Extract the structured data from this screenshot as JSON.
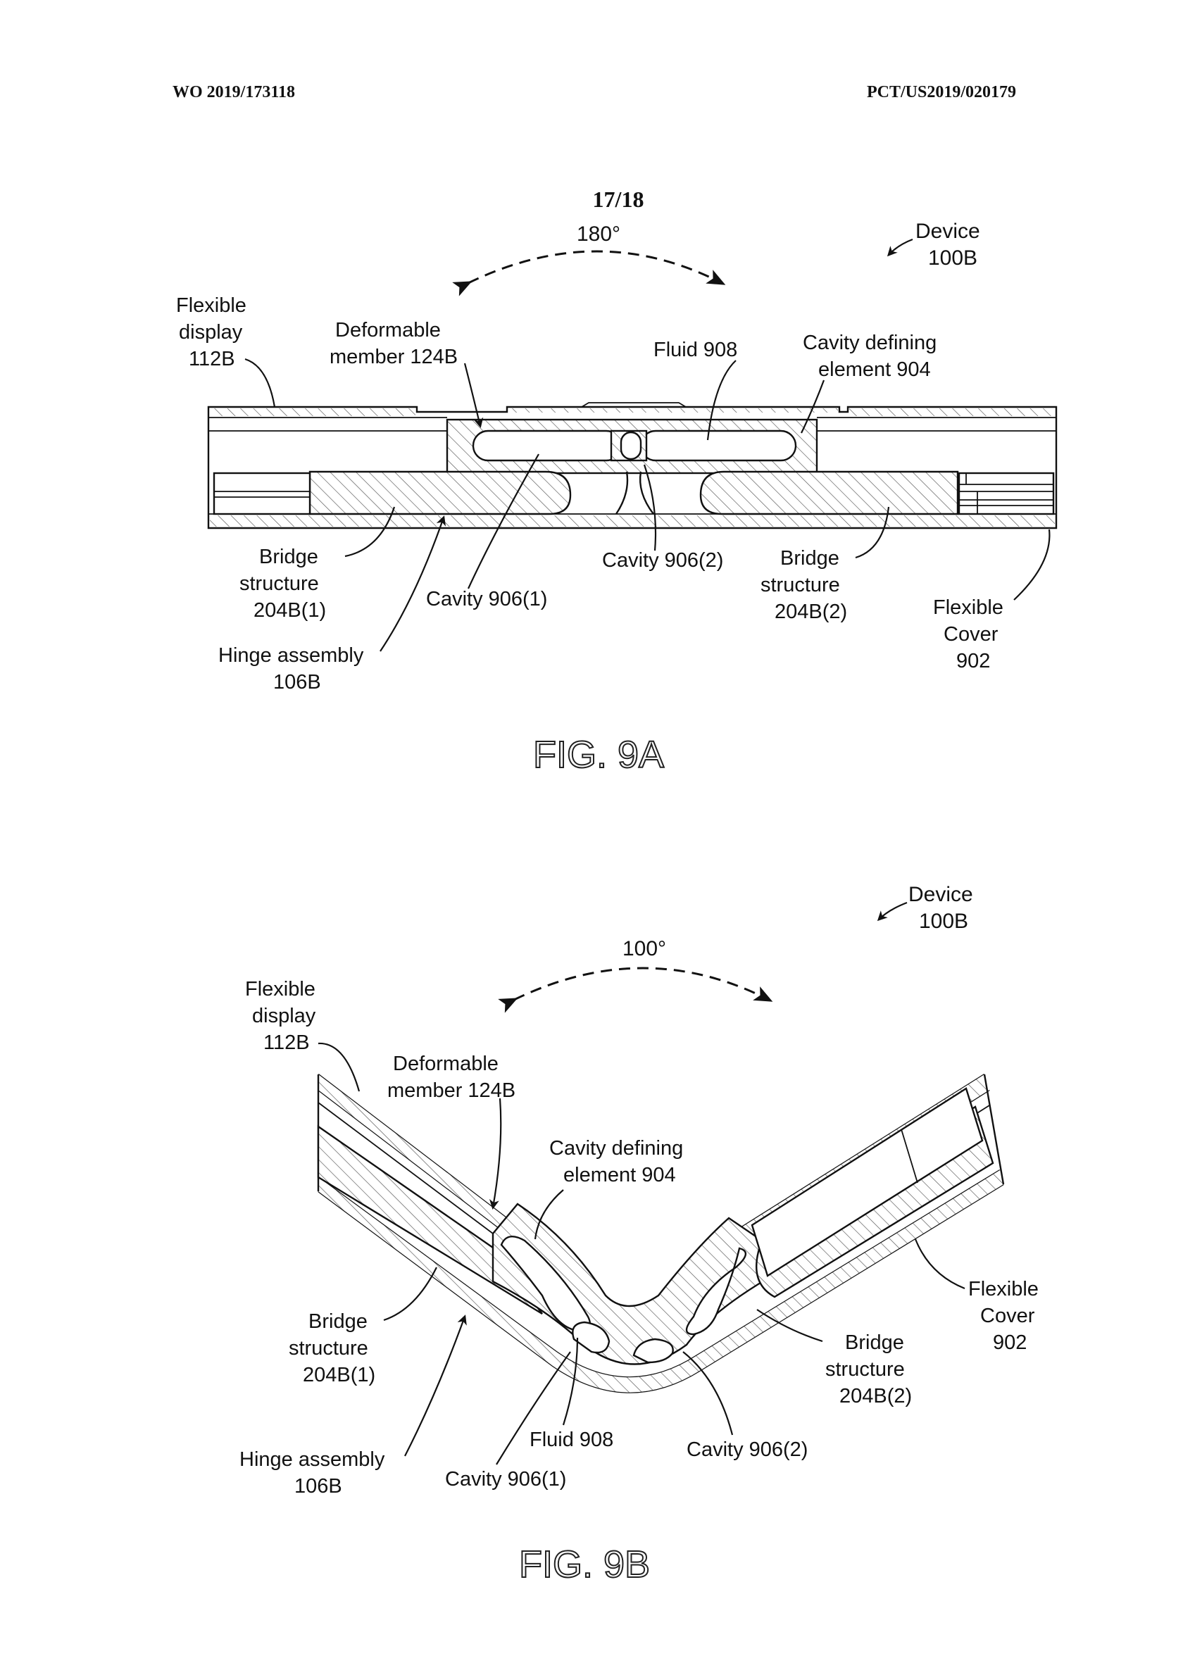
{
  "header": {
    "left": "WO 2019/173118",
    "right": "PCT/US2019/020179",
    "page": "17/18"
  },
  "fig9a": {
    "caption": "FIG. 9A",
    "angle": "180°",
    "labels": {
      "device": [
        "Device",
        "100B"
      ],
      "flexible_display": [
        "Flexible",
        "display",
        "112B"
      ],
      "deformable_member": [
        "Deformable",
        "member 124B"
      ],
      "fluid": [
        "Fluid 908"
      ],
      "cavity_defining": [
        "Cavity defining",
        "element 904"
      ],
      "bridge_1": [
        "Bridge",
        "structure",
        "204B(1)"
      ],
      "cavity_1": [
        "Cavity 906(1)"
      ],
      "cavity_2": [
        "Cavity 906(2)"
      ],
      "bridge_2": [
        "Bridge",
        "structure",
        "204B(2)"
      ],
      "flexible_cover": [
        "Flexible",
        "Cover",
        "902"
      ],
      "hinge": [
        "Hinge assembly",
        "106B"
      ]
    }
  },
  "fig9b": {
    "caption": "FIG. 9B",
    "angle": "100°",
    "labels": {
      "device": [
        "Device",
        "100B"
      ],
      "flexible_display": [
        "Flexible",
        "display",
        "112B"
      ],
      "deformable_member": [
        "Deformable",
        "member 124B"
      ],
      "cavity_defining": [
        "Cavity defining",
        "element 904"
      ],
      "bridge_1": [
        "Bridge",
        "structure",
        "204B(1)"
      ],
      "flexible_cover": [
        "Flexible",
        "Cover",
        "902"
      ],
      "bridge_2": [
        "Bridge",
        "structure",
        "204B(2)"
      ],
      "hinge": [
        "Hinge assembly",
        "106B"
      ],
      "fluid": [
        "Fluid 908"
      ],
      "cavity_2": [
        "Cavity 906(2)"
      ],
      "cavity_1": [
        "Cavity 906(1)"
      ]
    }
  }
}
